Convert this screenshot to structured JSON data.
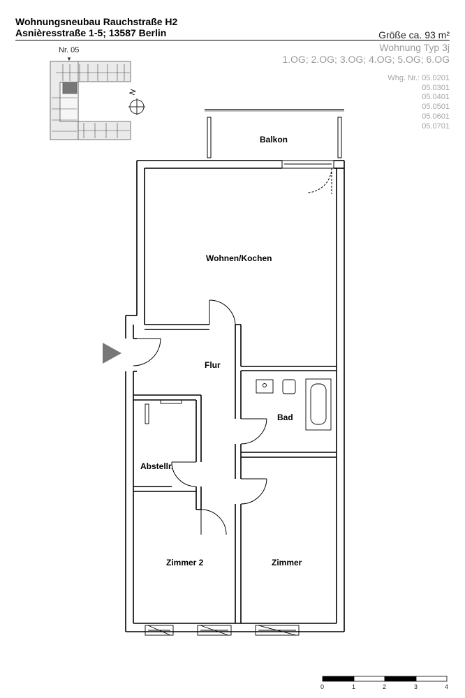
{
  "header": {
    "title_line1": "Wohnungsneubau Rauchstraße H2",
    "title_line2": "Asnièresstraße 1-5; 13587 Berlin",
    "size": "Größe ca. 93 m²",
    "unit_type": "Wohnung Typ 3j",
    "floors": "1.OG; 2.OG; 3.OG; 4.OG; 5.OG; 6.OG",
    "unit_numbers": [
      "Whg. Nr.: 05.0201",
      "05.0301",
      "05.0401",
      "05.0501",
      "05.0601",
      "05.0701"
    ]
  },
  "keyplan": {
    "label": "Nr. 05",
    "compass_letter": "N"
  },
  "rooms": {
    "balkon": "Balkon",
    "wohnen": "Wohnen/Kochen",
    "flur": "Flur",
    "bad": "Bad",
    "abstell": "Abstellr.",
    "zimmer2": "Zimmer 2",
    "zimmer": "Zimmer"
  },
  "scale": {
    "labels": [
      "0",
      "1",
      "2",
      "3",
      "4"
    ]
  }
}
